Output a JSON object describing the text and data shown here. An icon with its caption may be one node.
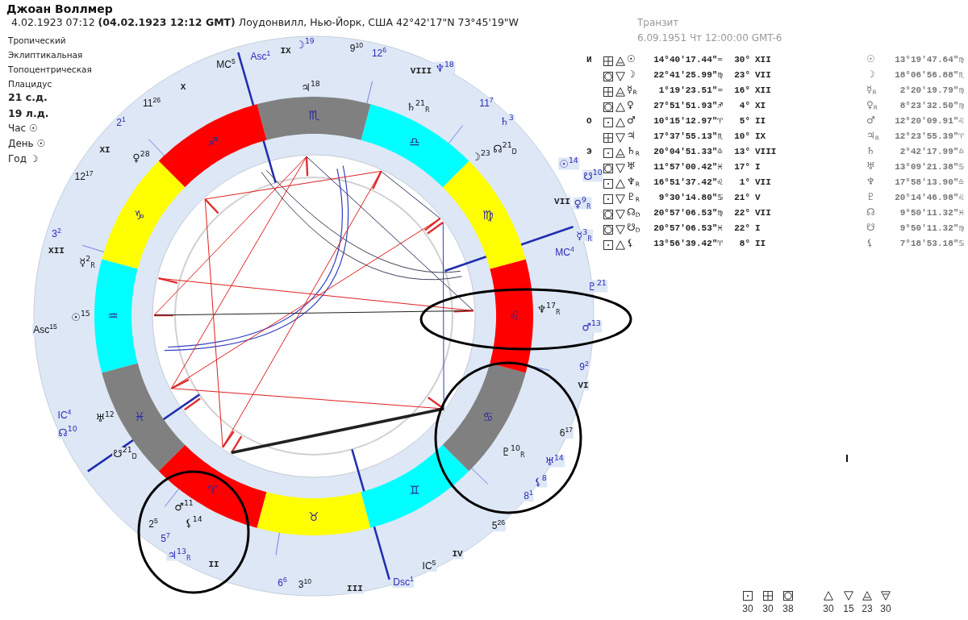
{
  "diagram": {
    "title": "Джоан Воллмер",
    "nodes": [
      {
        "text": [],
        "shape": "bar"
      },
      {
        "text": [],
        "shape": "bar"
      },
      {
        "text": [],
        "shape": "bar"
      },
      {
        "text": [],
        "shape": "bar"
      },
      {
        "text": [],
        "shape": "bar"
      },
      {
        "text": [],
        "shape": "bar"
      },
      {
        "text": [],
        "shape": "bar"
      },
      {
        "text": [],
        "shape": "bar"
      },
      {
        "text": [],
        "shape": "bar"
      },
      {
        "text": [],
        "shape": "bar"
      },
      {
        "text": [],
        "shape": "bar"
      },
      {
        "text": [],
        "shape": "bar"
      },
      {
        "text": [],
        "shape": "bar"
      }
    ],
    "edges": [
      {
        "from": 7,
        "to": 6,
        "arrow": "none",
        "color": "#202020"
      },
      {
        "from": 0,
        "to": 6,
        "arrow": "none",
        "color": "#333366"
      },
      {
        "from": 0,
        "to": 7,
        "arrow": "none"
      },
      {
        "from": 1,
        "to": 3,
        "arrow": "none",
        "color": "#333366"
      },
      {
        "from": 11,
        "to": 2,
        "arrow": "none"
      },
      {
        "from": 11,
        "to": 1,
        "arrow": "none"
      },
      {
        "from": 8,
        "to": 9,
        "arrow": "none"
      },
      {
        "from": 8,
        "to": 3,
        "arrow": "none"
      },
      {
        "from": 2,
        "to": 1,
        "arrow": "none"
      },
      {
        "from": 12,
        "to": 9,
        "arrow": "none",
        "style": "thick",
        "color": "#202020"
      },
      {
        "from": 5,
        "to": 6,
        "arrow": "none"
      },
      {
        "from": 4,
        "to": 9,
        "arrow": "none",
        "color": "#3040c0"
      },
      {
        "from": 0,
        "to": 8,
        "arrow": "none"
      }
    ],
    "labels": [
      "4.02.1923 07:12 **(04.02.1923 12:12 GMT)** Лоудонвилл, Нью-Йорк, США 42°42'17\"N 73°45'19\"W",
      "Тропический",
      "Эклиптикальная",
      "Топоцентрическая",
      "Плацидус",
      "21 с.д.",
      "19 л.д.",
      "Час ☉",
      "День ☉",
      "Год ☽",
      "Транзит",
      "6.09.1951 Чт 12:00:00 GMT-6",
      "И",
      "☉",
      "14°40'17.44\"♒",
      "30°",
      "XII",
      "☉",
      "13°19'47.64\"♍",
      "☽",
      "22°41'25.99\"♍",
      "23°",
      "VII",
      "☽",
      "18°06'56.88\"♏",
      "☿$_{R}$",
      "1°19'23.51\"♒",
      "16°",
      "XII",
      "☿$_{R}$",
      "2°20'19.79\"♍",
      "♀",
      "27°51'51.93\"♐",
      "4°",
      "XI",
      "♀$_{R}$",
      "8°23'32.50\"♍",
      "О",
      "♂",
      "10°15'12.97\"♈",
      "5°",
      "II",
      "♂",
      "12°20'09.91\"♌",
      "♃",
      "17°37'55.13\"♏",
      "10°",
      "IX",
      "♃$_{R}$",
      "12°23'55.39\"♈",
      "Э",
      "♄$_{R}$",
      "20°04'51.33\"♎",
      "13°",
      "VIII",
      "♄",
      "2°42'17.99\"♎",
      "♅",
      "11°57'00.42\"♓",
      "17°",
      "I",
      "♅",
      "13°09'21.38\"♋",
      "♆$_{R}$",
      "16°51'37.42\"♌",
      "1°",
      "VII",
      "♆",
      "17°58'13.90\"♎",
      "♇$_{R}$",
      "9°30'14.80\"♋",
      "21°",
      "V",
      "♇",
      "20°14'46.98\"♌",
      "☊$_{D}$",
      "20°57'06.53\"♍",
      "22°",
      "VII",
      "☊",
      "9°50'11.32\"♓",
      "☋$_{D}$",
      "20°57'06.53\"♓",
      "22°",
      "I",
      "☋",
      "9°50'11.32\"♍",
      "⚸",
      "13°56'39.42\"♈",
      "8°",
      "II",
      "⚸",
      "7°18'53.18\"♋",
      "MC$^{5}$",
      "Asc$^{1}$",
      "IX",
      "☽$^{19}$",
      "9$^{10}$",
      "12$^{6}$",
      "VIII",
      "♆$^{18}$",
      "X",
      "♃$^{18}$",
      "2$^{1}$",
      "11$^{26}$",
      "♏",
      "♄$^{21}$$_{R}$",
      "11$^{7}$",
      "♄$^{3}$",
      "12$^{17}$",
      "XI",
      "♀$^{28}$",
      "♐",
      "♎",
      "☽$^{23}$",
      "☊$^{21}$$_{D}$",
      "☉$^{14}$",
      "☋$^{10}$",
      "♑",
      "♍",
      "VII",
      "♀$^{9}$$_{R}$",
      "3$^{2}$",
      "☿$^{3}$$_{R}$",
      "XII",
      "☿$^{2}$$_{R}$",
      "MC$^{4}$",
      "♇$^{21}$",
      "Asc$^{15}$",
      "☉$^{15}$",
      "♒",
      "♌",
      "♆$^{17}$$_{R}$",
      "♂$^{13}$",
      "9$^{2}$",
      "VI",
      "IC$^{4}$",
      "☊$^{10}$",
      "♅$^{12}$",
      "♓",
      "♋",
      "6$^{17}$",
      "☋$^{21}$$_{D}$",
      "♇$^{10}$$_{R}$",
      "♅$^{14}$",
      "2$^{5}$",
      "5$^{7}$",
      "♂$^{11}$",
      "⚸$^{14}$",
      "♈",
      "♉",
      "♊",
      "5$^{26}$",
      "8$^{1}$",
      "⚸$^{8}$",
      "♃$^{13}$$_{R}$",
      "II",
      "IC$^{5}$",
      "IV",
      "6$^{6}$",
      "3$^{10}$",
      "III",
      "Dsc$^{1}$"
    ],
    "legend": [
      {
        "text": "30"
      },
      {
        "text": "30"
      },
      {
        "text": "38"
      },
      {
        "text": "30"
      },
      {
        "text": "15"
      },
      {
        "text": "23"
      },
      {
        "text": "30"
      }
    ]
  }
}
